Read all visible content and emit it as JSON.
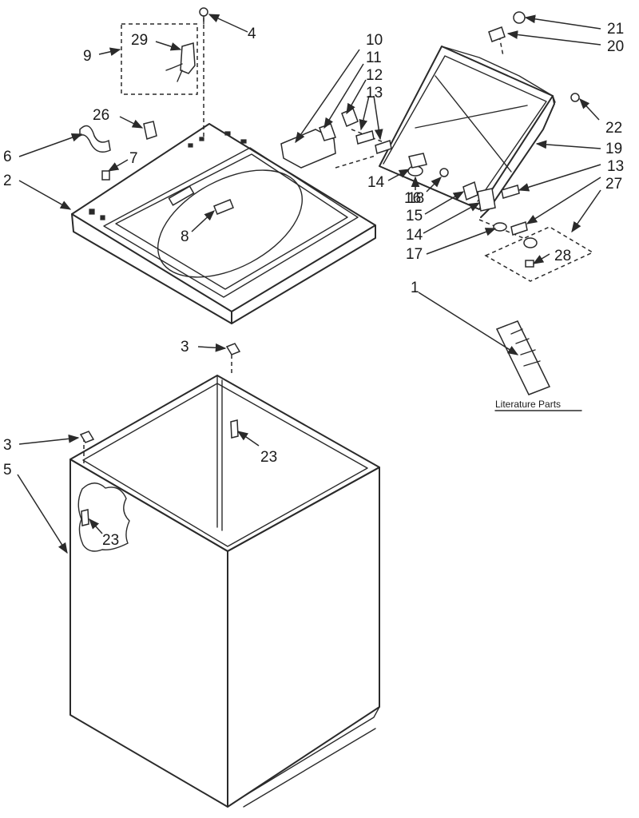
{
  "diagram": {
    "callouts": {
      "c1": "1",
      "c2": "2",
      "c3a": "3",
      "c3b": "3",
      "c4": "4",
      "c5": "5",
      "c6": "6",
      "c7": "7",
      "c8": "8",
      "c9": "9",
      "c10": "10",
      "c11": "11",
      "c12": "12",
      "c13a": "13",
      "c13b": "13",
      "c14a": "14",
      "c14b": "14",
      "c15": "15",
      "c16": "16",
      "c17": "17",
      "c18": "18",
      "c19": "19",
      "c20": "20",
      "c21": "21",
      "c22": "22",
      "c23a": "23",
      "c23b": "23",
      "c26": "26",
      "c27": "27",
      "c28": "28",
      "c29": "29"
    },
    "literature_label": "Literature Parts"
  },
  "colors": {
    "ink": "#2a2a2a",
    "paper": "#ffffff"
  }
}
